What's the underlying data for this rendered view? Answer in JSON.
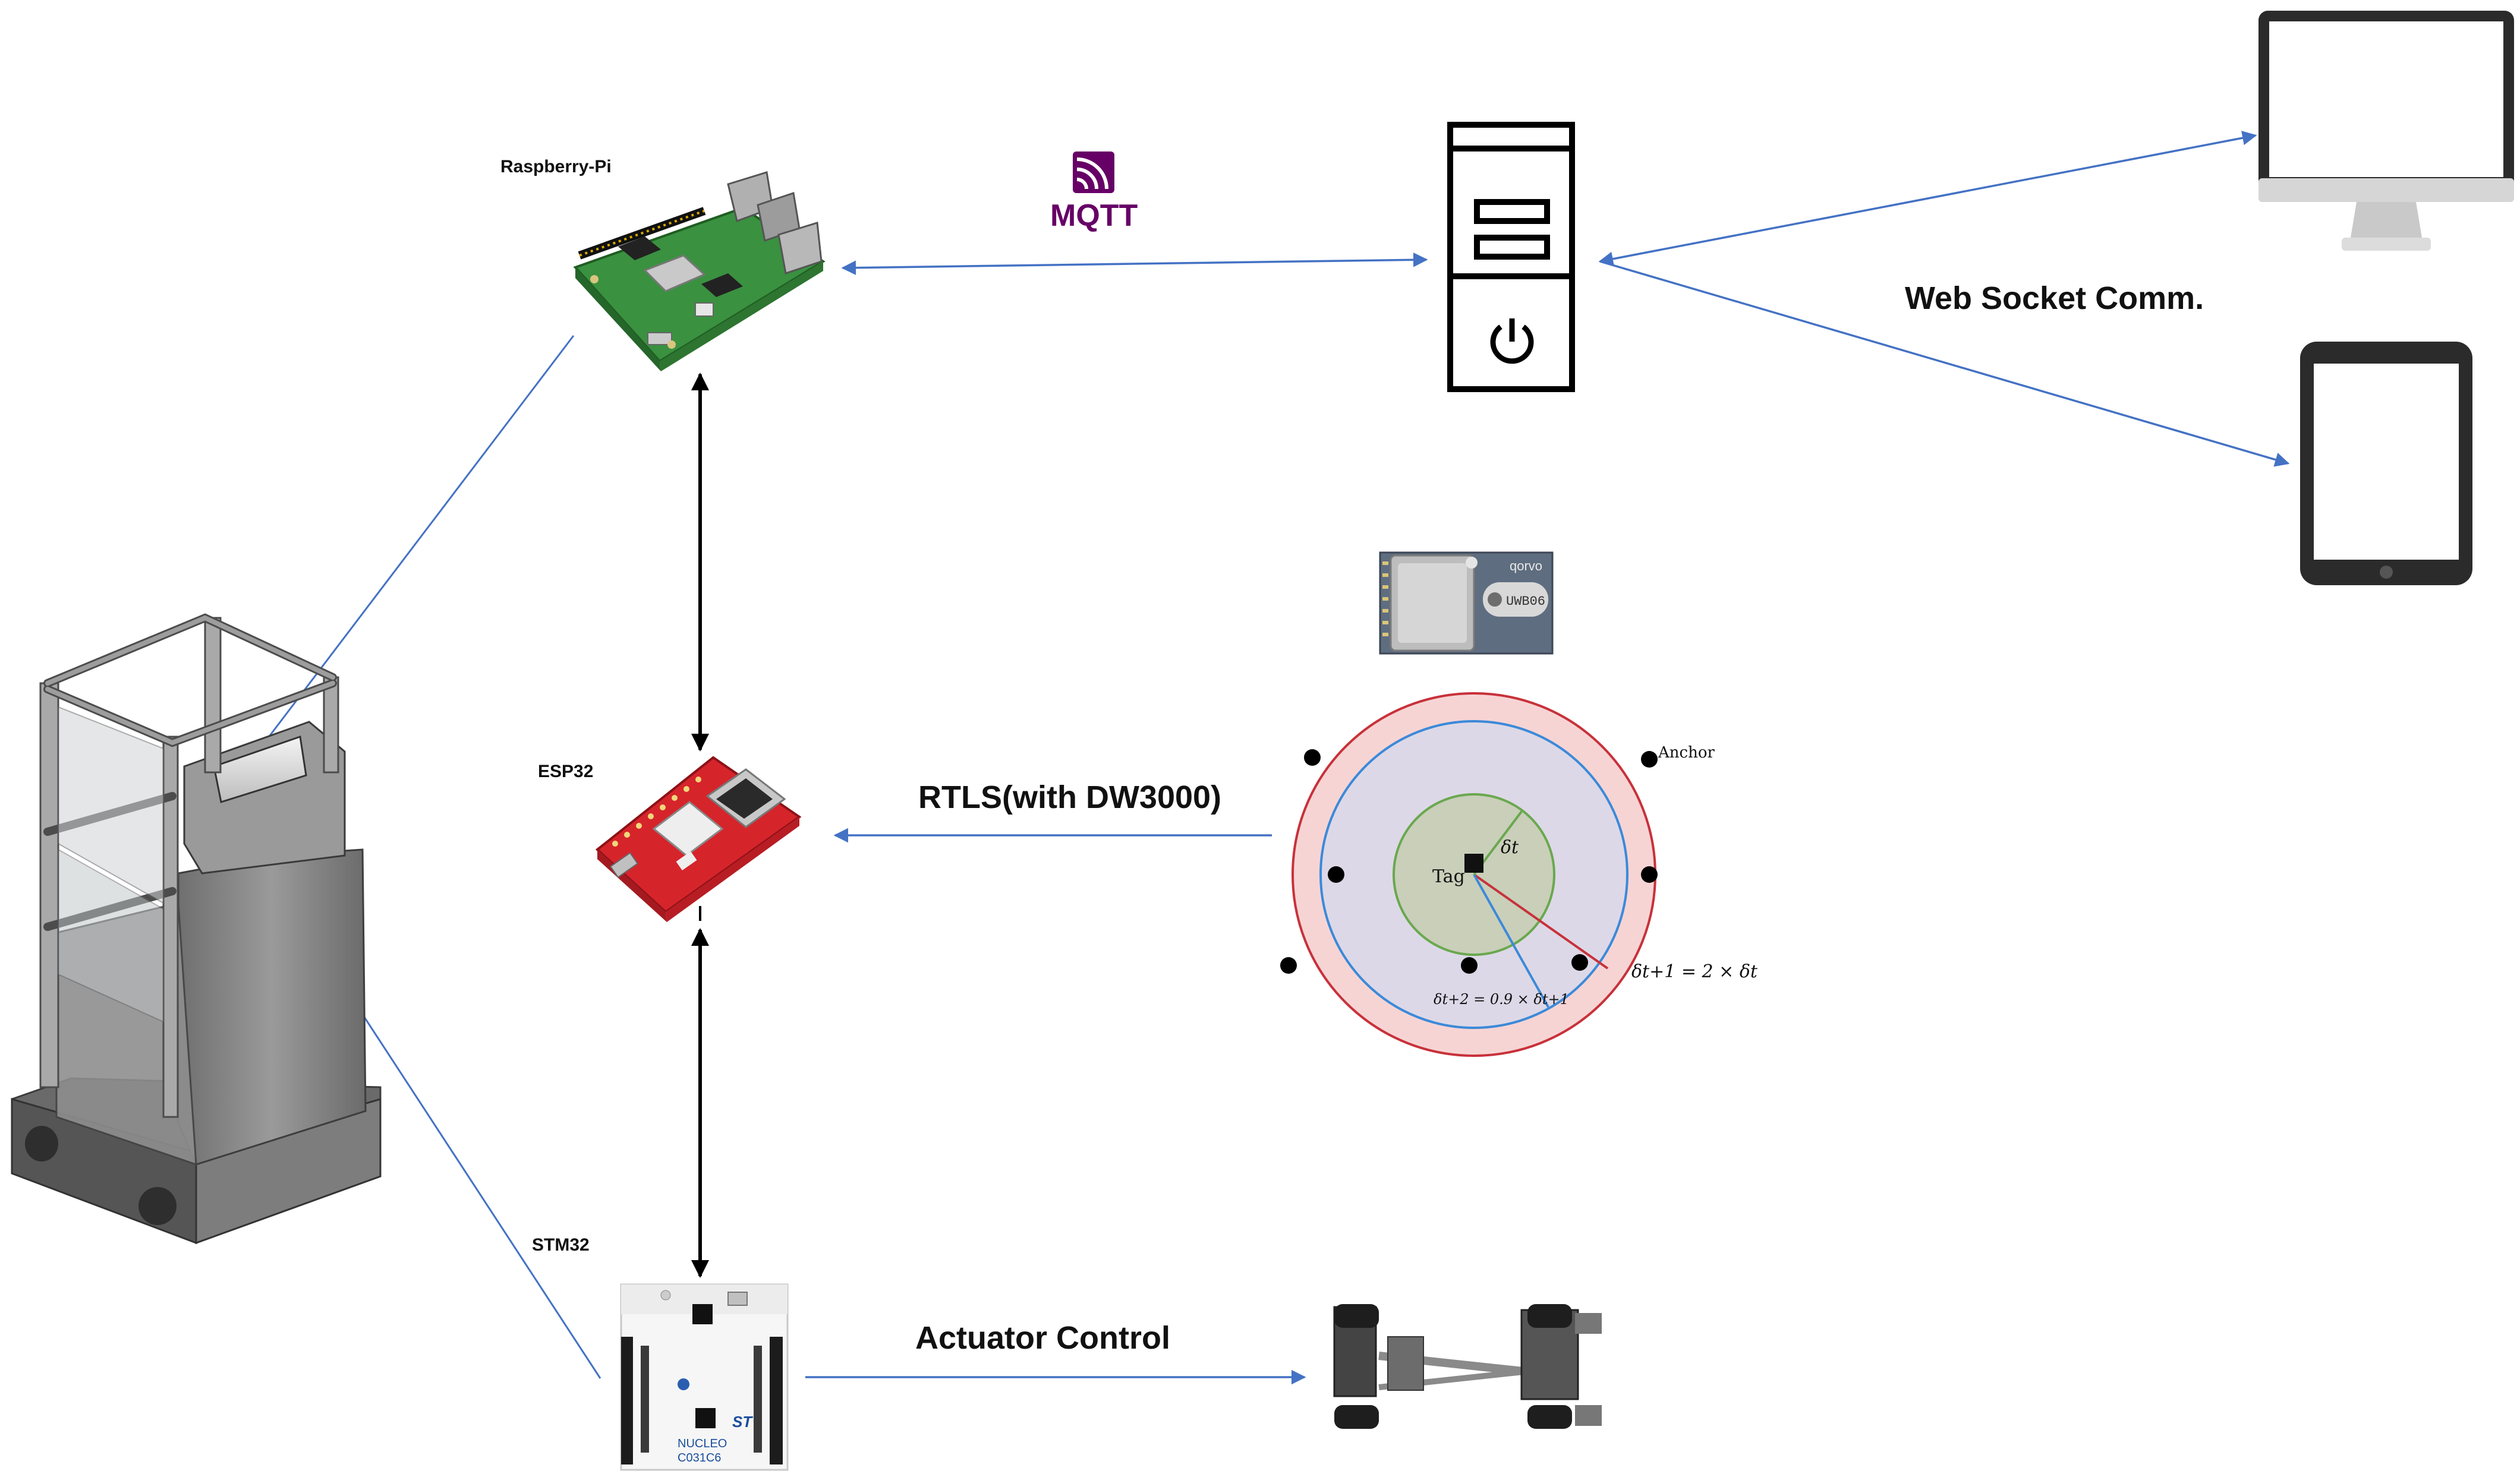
{
  "labels": {
    "raspberry_pi": "Raspberry-Pi",
    "esp32": "ESP32",
    "stm32": "STM32",
    "mqtt": "MQTT",
    "web_socket": "Web Socket Comm.",
    "rtls": "RTLS(with DW3000)",
    "actuator": "Actuator Control"
  },
  "uwb_module": {
    "brand": "qorvo",
    "model": "UWB06"
  },
  "rtls_figure": {
    "anchor": "Anchor",
    "tag": "Tag",
    "delta_t": "δt",
    "eq_t1": "δt+1 = 2 × δt",
    "eq_t2": "δt+2 = 0.9 × δt+1"
  },
  "nucleo": {
    "line1": "NUCLEO",
    "line2": "C031C6",
    "brand": "ST"
  },
  "colors": {
    "connector_blue": "#4472c4",
    "arrow_black": "#000000",
    "mqtt_purple": "#660066",
    "pcb_green": "#3a8f3a",
    "pcb_red": "#d6242b",
    "rtls_outer_ring": "#c8313a",
    "rtls_mid_ring": "#3b8ad9",
    "rtls_inner_ring": "#6aa84f"
  }
}
